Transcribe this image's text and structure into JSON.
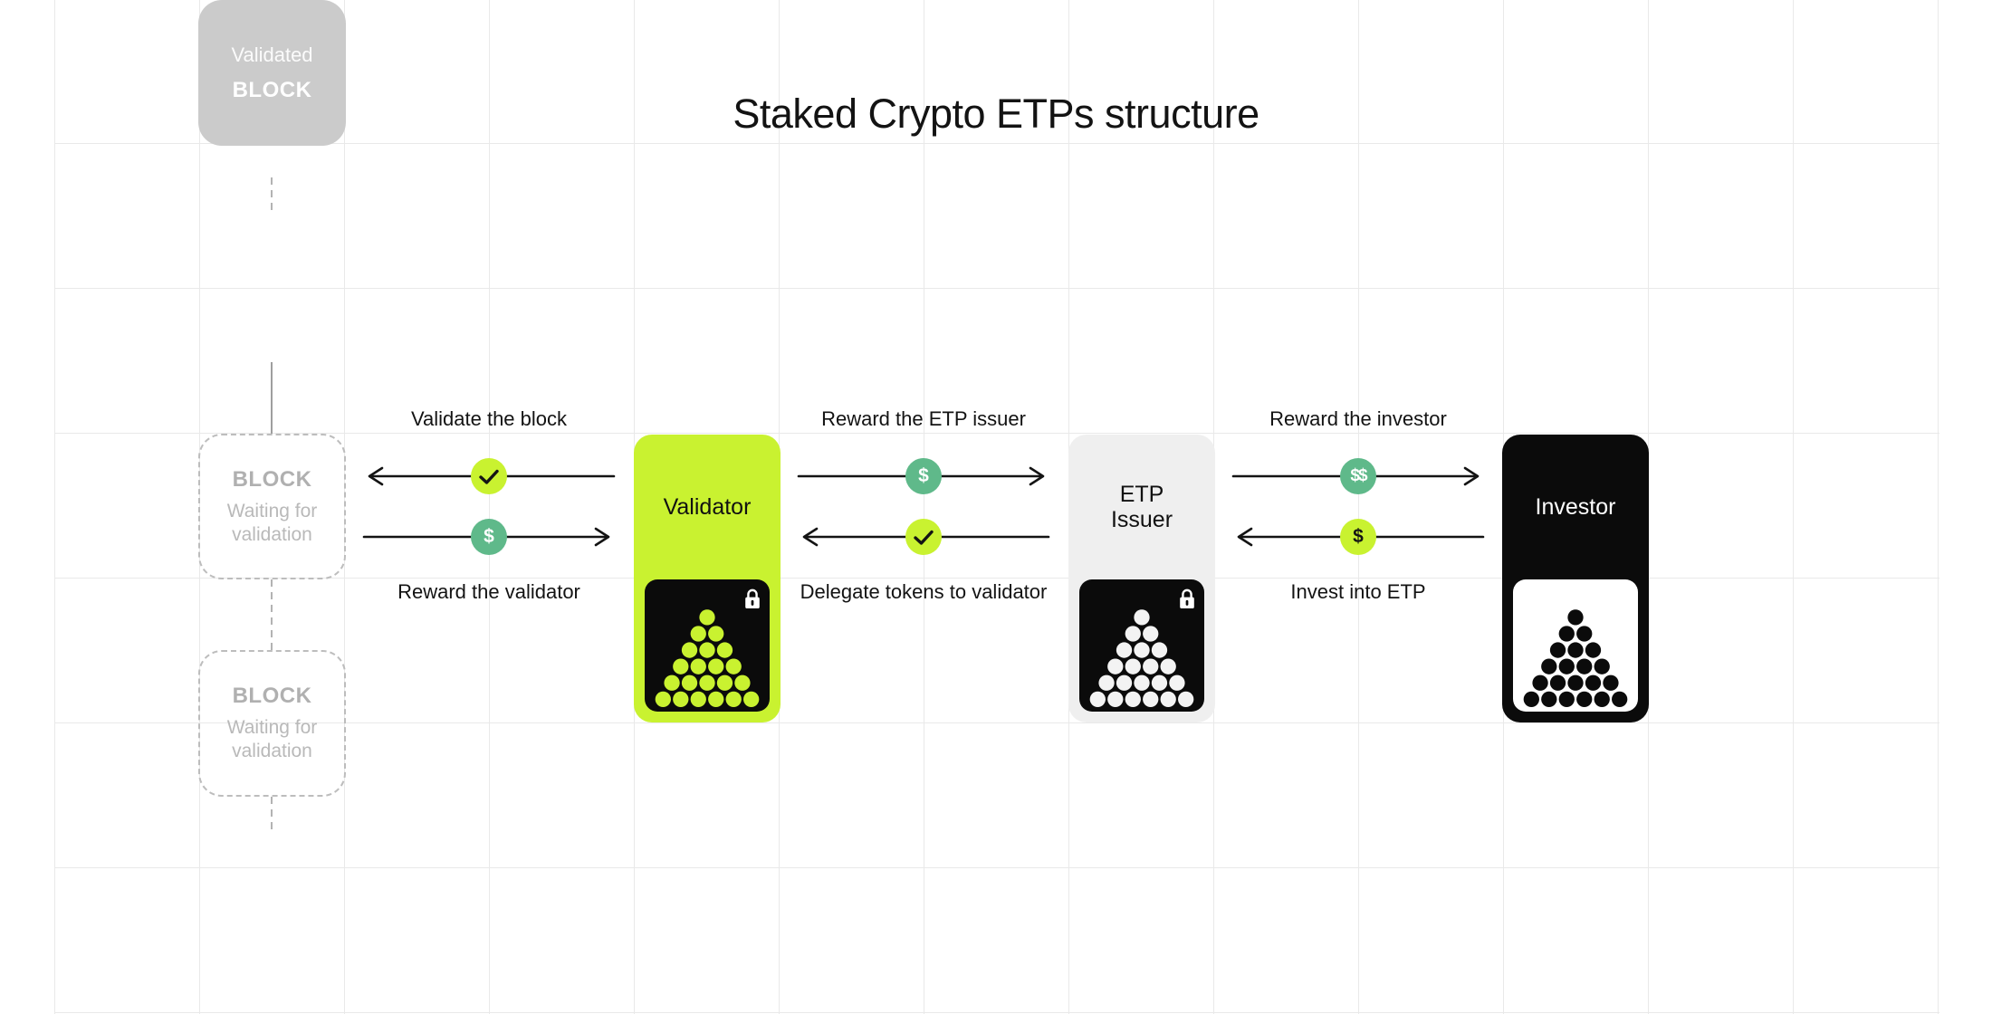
{
  "title": "Staked Crypto ETPs structure",
  "colors": {
    "lime": "#c9f230",
    "teal": "#5fb98a",
    "ink": "#131313",
    "validated_block_fill": "#cbcbcb",
    "pending_block_border": "#bdbdbd",
    "etp_card_fill": "#efefef",
    "investor_card_fill": "#0b0b0b",
    "grid_line": "#e9e9e9"
  },
  "blockchain": {
    "validated": {
      "status": "Validated",
      "label": "BLOCK"
    },
    "pending": [
      {
        "label": "BLOCK",
        "status": "Waiting for validation"
      },
      {
        "label": "BLOCK",
        "status": "Waiting for validation"
      }
    ]
  },
  "flows": [
    {
      "top_label": "Validate the block",
      "top_arrow_direction": "left",
      "top_icon": "check-icon",
      "bottom_label": "Reward the validator",
      "bottom_arrow_direction": "right",
      "bottom_icon": "dollar-icon",
      "bottom_icon_text": "$"
    },
    {
      "top_label": "Reward the ETP issuer",
      "top_arrow_direction": "right",
      "top_icon": "dollar-icon",
      "top_icon_text": "$",
      "bottom_label": "Delegate tokens to validator",
      "bottom_arrow_direction": "left",
      "bottom_icon": "check-icon"
    },
    {
      "top_label": "Reward the investor",
      "top_arrow_direction": "right",
      "top_icon": "double-dollar-icon",
      "top_icon_text": "$$",
      "bottom_label": "Invest into ETP",
      "bottom_arrow_direction": "left",
      "bottom_icon": "dollar-icon",
      "bottom_icon_text": "$"
    }
  ],
  "entities": [
    {
      "name": "Validator",
      "has_lock": true
    },
    {
      "name": "ETP Issuer",
      "has_lock": true
    },
    {
      "name": "Investor",
      "has_lock": false
    }
  ]
}
